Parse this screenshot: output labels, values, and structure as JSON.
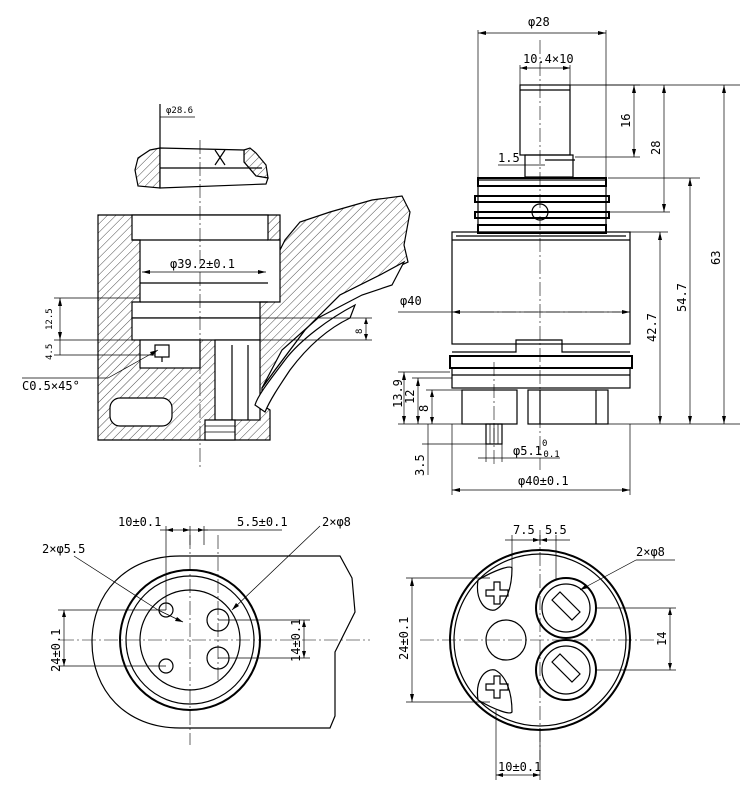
{
  "dimensions": {
    "d_28_6": "φ28.6",
    "d_39_2": "φ39.2±0.1",
    "v_12_5": "12.5",
    "v_4_5": "4.5",
    "v_8_left": "8",
    "chamfer": "C0.5×45°",
    "d_28": "φ28",
    "stem": "10.4×10",
    "v_16": "16",
    "v_28": "28",
    "v_63": "63",
    "v_1_5": "1.5",
    "d_40": "φ40",
    "v_54_7": "54.7",
    "v_42_7": "42.7",
    "v_13_9": "13.9",
    "v_12": "12",
    "v_8_right": "8",
    "v_3_5": "3.5",
    "d_5_1_base": "φ5.1",
    "d_5_1_upper": "0",
    "d_5_1_lower": "-0.1",
    "d_40_tol": "φ40±0.1",
    "h_10": "10±0.1",
    "h_5_5": "5.5±0.1",
    "holes_2x8_left": "2×φ8",
    "holes_2x5_5": "2×φ5.5",
    "v_24_left": "24±0.1",
    "v_14_left": "14±0.1",
    "h_7_5": "7.5",
    "h_5_5_right": "5.5",
    "holes_2x8_right": "2×φ8",
    "v_24_right": "24±0.1",
    "v_14_right": "14",
    "h_10_bottom": "10±0.1"
  }
}
